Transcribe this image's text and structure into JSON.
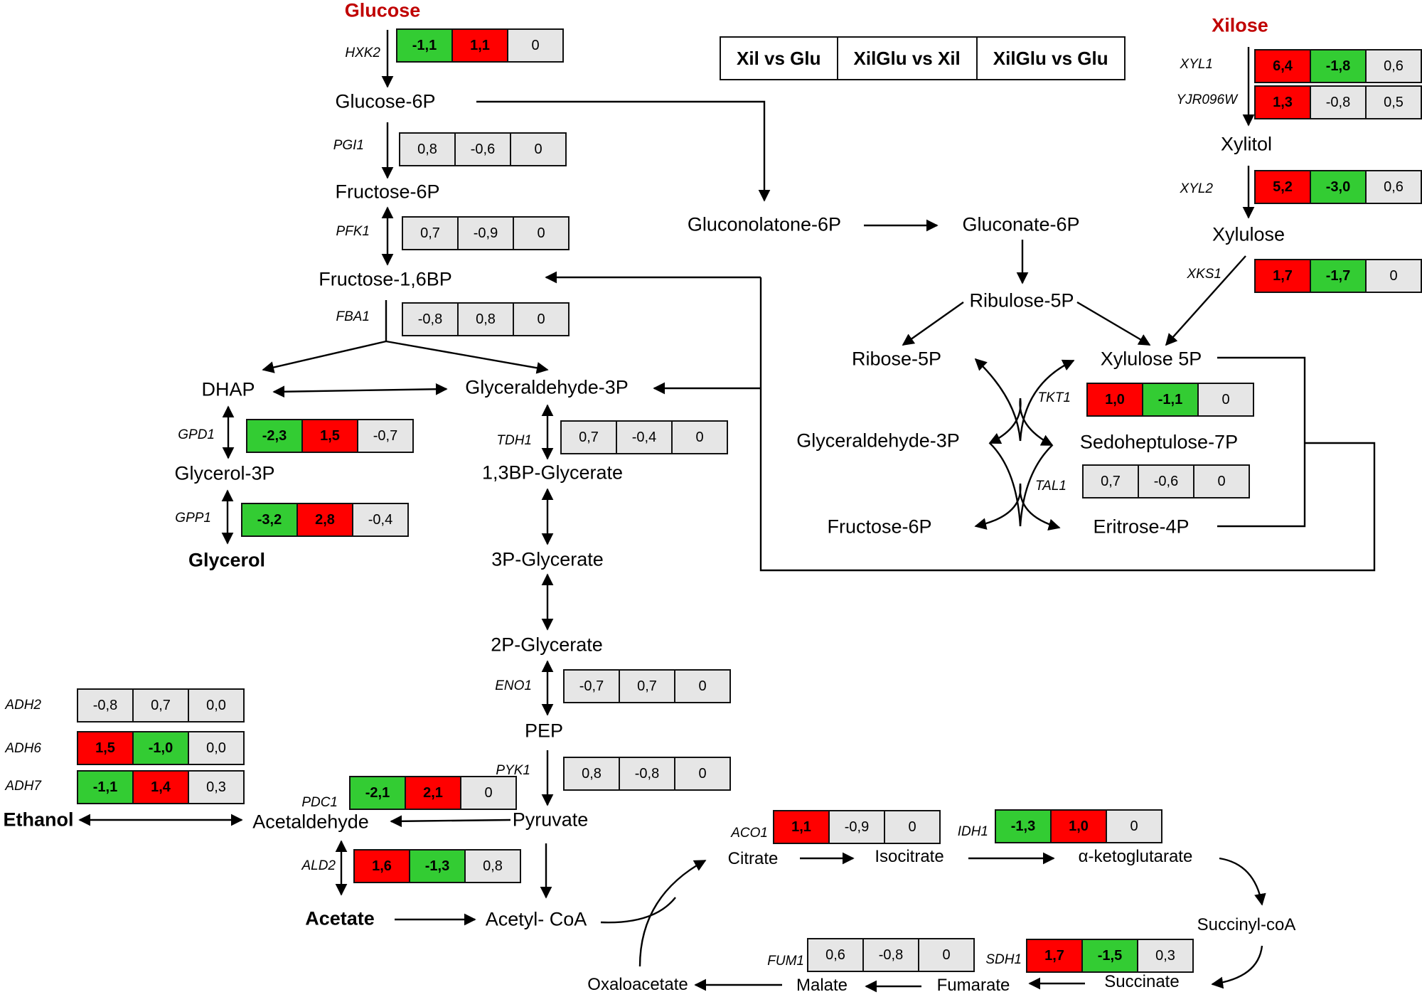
{
  "legend": [
    "Xil vs Glu",
    "XilGlu vs Xil",
    "XilGlu vs Glu"
  ],
  "colors": {
    "up": "#ff0000",
    "down": "#33cc33",
    "neutral": "#e6e6e6",
    "substrate_label": "#c00000"
  },
  "metabolites": {
    "glucose": "Glucose",
    "glucose6p": "Glucose-6P",
    "fructose6p": "Fructose-6P",
    "fructose16bp": "Fructose-1,6BP",
    "dhap": "DHAP",
    "gap": "Glyceraldehyde-3P",
    "glycerol3p": "Glycerol-3P",
    "glycerol": "Glycerol",
    "bpg13": "1,3BP-Glycerate",
    "pg3": "3P-Glycerate",
    "pg2": "2P-Glycerate",
    "pep": "PEP",
    "pyruvate": "Pyruvate",
    "acetaldehyde": "Acetaldehyde",
    "ethanol": "Ethanol",
    "acetate": "Acetate",
    "acetylcoa": "Acetyl- CoA",
    "oxaloacetate": "Oxaloacetate",
    "malate": "Malate",
    "fumarate": "Fumarate",
    "succinate": "Succinate",
    "succinylcoa": "Succinyl-coA",
    "akg": "α-ketoglutarate",
    "isocitrate": "Isocitrate",
    "citrate": "Citrate",
    "gluconolactone6p": "Gluconolatone-6P",
    "gluconate6p": "Gluconate-6P",
    "ribulose5p": "Ribulose-5P",
    "ribose5p": "Ribose-5P",
    "xylulose5p": "Xylulose 5P",
    "gap_ppp": "Glyceraldehyde-3P",
    "sedoheptulose7p": "Sedoheptulose-7P",
    "fructose6p_ppp": "Fructose-6P",
    "eritrose4p": "Eritrose-4P",
    "xilose": "Xilose",
    "xylitol": "Xylitol",
    "xylulose": "Xylulose"
  },
  "genes": {
    "HXK2": {
      "label": "HXK2",
      "values": [
        "-1,1",
        "1,1",
        "0"
      ],
      "status": [
        "down",
        "up",
        "neutral"
      ]
    },
    "PGI1": {
      "label": "PGI1",
      "values": [
        "0,8",
        "-0,6",
        "0"
      ],
      "status": [
        "neutral",
        "neutral",
        "neutral"
      ]
    },
    "PFK1": {
      "label": "PFK1",
      "values": [
        "0,7",
        "-0,9",
        "0"
      ],
      "status": [
        "neutral",
        "neutral",
        "neutral"
      ]
    },
    "FBA1": {
      "label": "FBA1",
      "values": [
        "-0,8",
        "0,8",
        "0"
      ],
      "status": [
        "neutral",
        "neutral",
        "neutral"
      ]
    },
    "GPD1": {
      "label": "GPD1",
      "values": [
        "-2,3",
        "1,5",
        "-0,7"
      ],
      "status": [
        "down",
        "up",
        "neutral"
      ]
    },
    "GPP1": {
      "label": "GPP1",
      "values": [
        "-3,2",
        "2,8",
        "-0,4"
      ],
      "status": [
        "down",
        "up",
        "neutral"
      ]
    },
    "TDH1": {
      "label": "TDH1",
      "values": [
        "0,7",
        "-0,4",
        "0"
      ],
      "status": [
        "neutral",
        "neutral",
        "neutral"
      ]
    },
    "ENO1": {
      "label": "ENO1",
      "values": [
        "-0,7",
        "0,7",
        "0"
      ],
      "status": [
        "neutral",
        "neutral",
        "neutral"
      ]
    },
    "PYK1": {
      "label": "PYK1",
      "values": [
        "0,8",
        "-0,8",
        "0"
      ],
      "status": [
        "neutral",
        "neutral",
        "neutral"
      ]
    },
    "PDC1": {
      "label": "PDC1",
      "values": [
        "-2,1",
        "2,1",
        "0"
      ],
      "status": [
        "down",
        "up",
        "neutral"
      ]
    },
    "ADH2": {
      "label": "ADH2",
      "values": [
        "-0,8",
        "0,7",
        "0,0"
      ],
      "status": [
        "neutral",
        "neutral",
        "neutral"
      ]
    },
    "ADH6": {
      "label": "ADH6",
      "values": [
        "1,5",
        "-1,0",
        "0,0"
      ],
      "status": [
        "up",
        "down",
        "neutral"
      ]
    },
    "ADH7": {
      "label": "ADH7",
      "values": [
        "-1,1",
        "1,4",
        "0,3"
      ],
      "status": [
        "down",
        "up",
        "neutral"
      ]
    },
    "ALD2": {
      "label": "ALD2",
      "values": [
        "1,6",
        "-1,3",
        "0,8"
      ],
      "status": [
        "up",
        "down",
        "neutral"
      ]
    },
    "ACO1": {
      "label": "ACO1",
      "values": [
        "1,1",
        "-0,9",
        "0"
      ],
      "status": [
        "up",
        "neutral",
        "neutral"
      ]
    },
    "IDH1": {
      "label": "IDH1",
      "values": [
        "-1,3",
        "1,0",
        "0"
      ],
      "status": [
        "down",
        "up",
        "neutral"
      ]
    },
    "FUM1": {
      "label": "FUM1",
      "values": [
        "0,6",
        "-0,8",
        "0"
      ],
      "status": [
        "neutral",
        "neutral",
        "neutral"
      ]
    },
    "SDH1": {
      "label": "SDH1",
      "values": [
        "1,7",
        "-1,5",
        "0,3"
      ],
      "status": [
        "up",
        "down",
        "neutral"
      ]
    },
    "XYL1": {
      "label": "XYL1",
      "values": [
        "6,4",
        "-1,8",
        "0,6"
      ],
      "status": [
        "up",
        "down",
        "neutral"
      ]
    },
    "YJR096W": {
      "label": "YJR096W",
      "values": [
        "1,3",
        "-0,8",
        "0,5"
      ],
      "status": [
        "up",
        "neutral",
        "neutral"
      ]
    },
    "XYL2": {
      "label": "XYL2",
      "values": [
        "5,2",
        "-3,0",
        "0,6"
      ],
      "status": [
        "up",
        "down",
        "neutral"
      ]
    },
    "XKS1": {
      "label": "XKS1",
      "values": [
        "1,7",
        "-1,7",
        "0"
      ],
      "status": [
        "up",
        "down",
        "neutral"
      ]
    },
    "TKT1": {
      "label": "TKT1",
      "values": [
        "1,0",
        "-1,1",
        "0"
      ],
      "status": [
        "up",
        "down",
        "neutral"
      ]
    },
    "TAL1": {
      "label": "TAL1",
      "values": [
        "0,7",
        "-0,6",
        "0"
      ],
      "status": [
        "neutral",
        "neutral",
        "neutral"
      ]
    }
  }
}
